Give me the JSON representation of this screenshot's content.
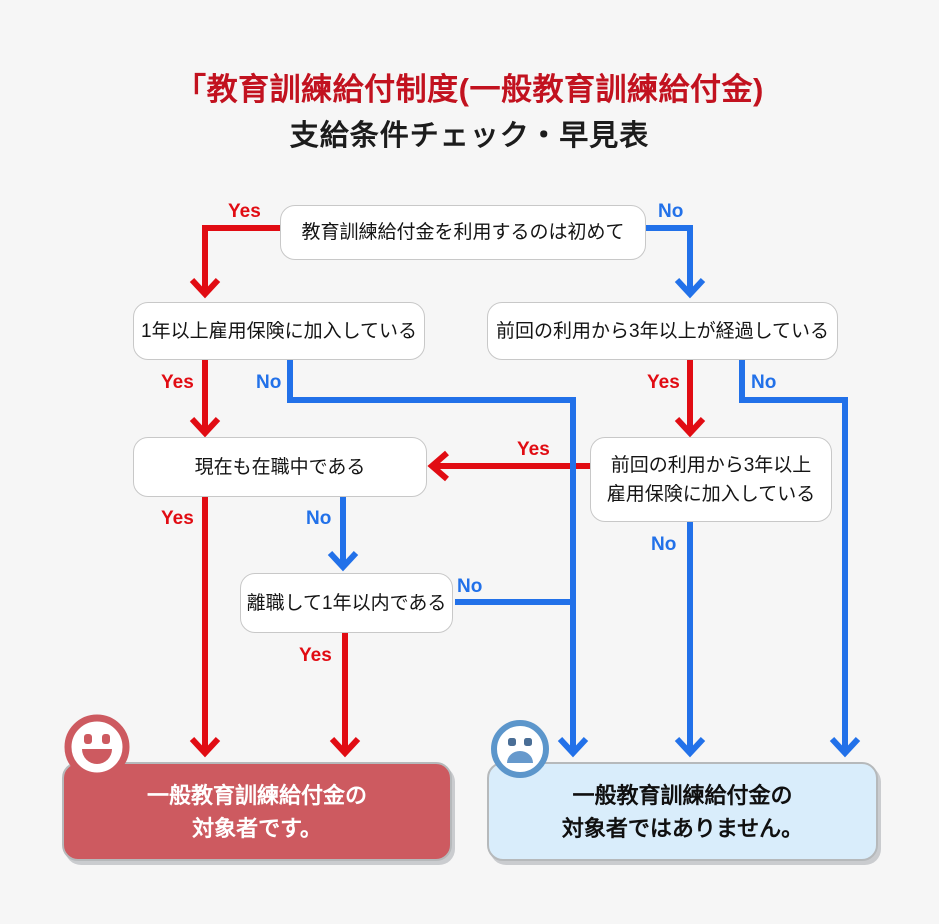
{
  "title": {
    "line1": "「教育訓練給付制度(一般教育訓練給付金)",
    "line2": "支給条件チェック・早見表"
  },
  "labels": {
    "yes": "Yes",
    "no": "No"
  },
  "nodes": {
    "first_time": "教育訓練給付金を利用するのは初めて",
    "insured_one_year": "1年以上雇用保険に加入している",
    "three_years_passed": "前回の利用から3年以上が経過している",
    "currently_employed": "現在も在職中である",
    "insured_three_years_line1": "前回の利用から3年以上",
    "insured_three_years_line2": "雇用保険に加入している",
    "left_within_one_year": "離職して1年以内である"
  },
  "results": {
    "eligible_line1": "一般教育訓練給付金の",
    "eligible_line2": "対象者です。",
    "not_eligible_line1": "一般教育訓練給付金の",
    "not_eligible_line2": "対象者ではありません。"
  },
  "icons": {
    "happy": "happy-face-icon",
    "sad": "sad-face-icon"
  },
  "colors": {
    "background": "#f6f6f6",
    "yes_red": "#e10c13",
    "no_blue": "#2271e9",
    "title_red": "#c2121f",
    "node_border": "#c8c8c8",
    "result_ok_bg": "#cd5a60",
    "result_ng_bg": "#d9edfb",
    "sad_blue": "#5c96cb"
  }
}
